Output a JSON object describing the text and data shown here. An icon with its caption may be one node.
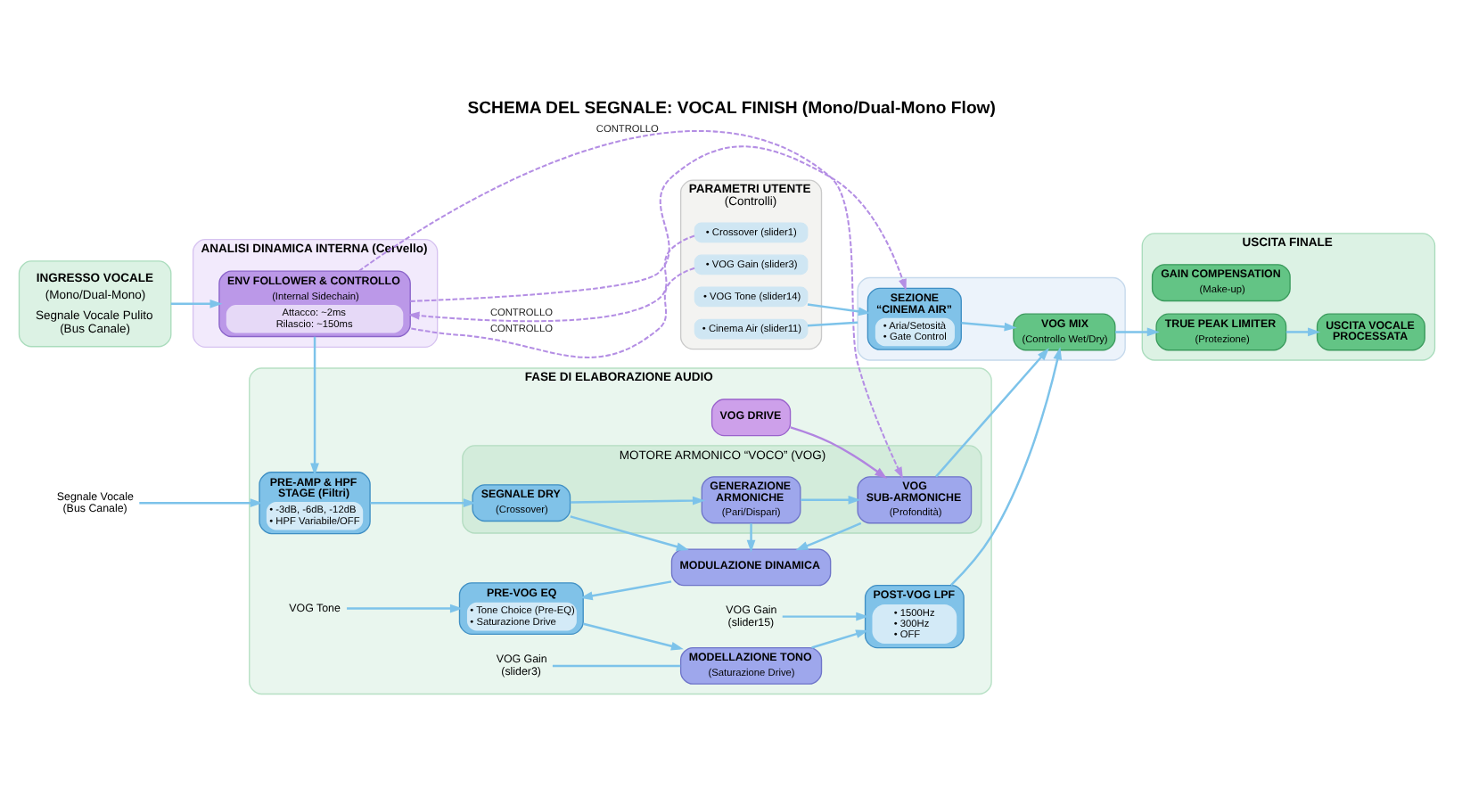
{
  "diagram": {
    "title": "SCHEMA DEL SEGNALE: VOCAL FINISH (Mono/Dual-Mono Flow)",
    "nodes": [
      {
        "text": [
          "INGRESSO VOCALE",
          "(Mono/Dual-Mono)",
          "Segnale Vocale Pulito (Bus Canale)"
        ]
      },
      {
        "text": [
          "ANALISI DINAMICA INTERNA (Cervello)"
        ]
      },
      {
        "text": [
          "ENV FOLLOWER & CONTROLLO",
          "(Internal Sidechain)",
          "Attacco: ~2ms",
          "Rilascio: ~150ms"
        ],
        "in": 1
      },
      {
        "text": [
          "PARAMETRI UTENTE",
          "(Controlli)"
        ]
      },
      {
        "text": [
          "• Crossover (slider1)"
        ],
        "in": 3
      },
      {
        "text": [
          "• VOG Gain (slider3)"
        ],
        "in": 3
      },
      {
        "text": [
          "• VOG Tone (slider14)"
        ],
        "in": 3
      },
      {
        "text": [
          "• Cinema Air (slider11)"
        ],
        "in": 3
      },
      {
        "text": [
          "FASE DI ELABORAZIONE AUDIO"
        ]
      },
      {
        "text": [
          "PRE-AMP & HPF STAGE (Filtri)",
          "• -3dB, -6dB, -12dB",
          "• HPF Variabile/OFF"
        ],
        "in": 8
      },
      {
        "text": [
          "MOTORE ARMONICO “VOCO” (VOG)"
        ],
        "in": 8
      },
      {
        "text": [
          "SEGNALE DRY",
          "(Crossover)"
        ],
        "in": 10
      },
      {
        "text": [
          "GENERAZIONE ARMONICHE",
          "(Pari/Dispari)"
        ],
        "in": 10
      },
      {
        "text": [
          "VOG SUB-ARMONICHE",
          "(Profondità)"
        ],
        "in": 10
      },
      {
        "text": [
          "MODULAZIONE DINAMICA"
        ],
        "in": 8
      },
      {
        "text": [
          "VOG DRIVE"
        ],
        "in": 8
      },
      {
        "text": [
          "PRE-VOG EQ",
          "• Tone Choice (Pre-EQ)",
          "• Saturazione Drive"
        ],
        "in": 8
      },
      {
        "text": [
          "MODELLAZIONE TONO",
          "(Saturazione Drive)"
        ],
        "in": 8
      },
      {
        "text": [
          "POST-VOG LPF",
          "• 1500Hz",
          "• 300Hz",
          "• OFF"
        ],
        "in": 8
      },
      {
        "text": [
          "Segnale Vocale (Bus Canale)"
        ]
      },
      {
        "text": [
          "VOG Tone"
        ],
        "in": 8
      },
      {
        "text": [
          "VOG Gain (slider15)"
        ],
        "in": 8
      },
      {
        "text": [
          "VOG Gain (slider3)"
        ],
        "in": 8
      },
      {
        "text": [],
        "shape": "box"
      },
      {
        "text": [
          "SEZIONE “CINEMA AIR”",
          "• Aria/Setosità",
          "• Gate Control"
        ],
        "in": 23
      },
      {
        "text": [
          "VOG MIX",
          "(Controllo Wet/Dry)"
        ],
        "in": 23
      },
      {
        "text": [
          "USCITA FINALE"
        ]
      },
      {
        "text": [
          "GAIN COMPENSATION",
          "(Make-up)"
        ],
        "in": 26
      },
      {
        "text": [
          "TRUE PEAK LIMITER",
          "(Protezione)"
        ],
        "in": 26
      },
      {
        "text": [
          "USCITA VOCALE PROCESSATA"
        ],
        "in": 26
      }
    ],
    "edges": [
      {
        "from": 0,
        "to": 2,
        "arrow": "to"
      },
      {
        "from": 2,
        "to": 9,
        "arrow": "to"
      },
      {
        "from": 4,
        "to": 2,
        "arrow": "to",
        "label": "CONTROLLO",
        "style": "dashed",
        "color": "#b48ee4"
      },
      {
        "from": 5,
        "to": 2,
        "arrow": "none",
        "label": "CONTROLLO",
        "style": "dashed",
        "color": "#b48ee4"
      },
      {
        "from": 2,
        "to": 24,
        "arrow": "to",
        "style": "dashed",
        "color": "#b48ee4"
      },
      {
        "from": 6,
        "to": 24,
        "arrow": "to"
      },
      {
        "from": 7,
        "to": 23,
        "arrow": "none"
      },
      {
        "from": 2,
        "to": 13,
        "arrow": "to",
        "label": "CONTROLLO",
        "style": "dashed",
        "color": "#b48ee4"
      },
      {
        "from": 19,
        "to": 9,
        "arrow": "to"
      },
      {
        "from": 9,
        "to": 11,
        "arrow": "to"
      },
      {
        "from": 11,
        "to": 12,
        "arrow": "to"
      },
      {
        "from": 12,
        "to": 13,
        "arrow": "to"
      },
      {
        "from": 11,
        "to": 14,
        "arrow": "to"
      },
      {
        "from": 12,
        "to": 14,
        "arrow": "to"
      },
      {
        "from": 13,
        "to": 14,
        "arrow": "to"
      },
      {
        "from": 15,
        "to": 13,
        "arrow": "to",
        "color": "#b184e0"
      },
      {
        "from": 14,
        "to": 16,
        "arrow": "to"
      },
      {
        "from": 20,
        "to": 16,
        "arrow": "to"
      },
      {
        "from": 16,
        "to": 17,
        "arrow": "to"
      },
      {
        "from": 17,
        "to": 18,
        "arrow": "to"
      },
      {
        "from": 22,
        "to": 17,
        "arrow": "none"
      },
      {
        "from": 21,
        "to": 18,
        "arrow": "to"
      },
      {
        "from": 13,
        "to": 25,
        "arrow": "to"
      },
      {
        "from": 18,
        "to": 25,
        "arrow": "to"
      },
      {
        "from": 24,
        "to": 25,
        "arrow": "to"
      },
      {
        "from": 25,
        "to": 28,
        "arrow": "to"
      },
      {
        "from": 28,
        "to": 29,
        "arrow": "to"
      }
    ]
  }
}
